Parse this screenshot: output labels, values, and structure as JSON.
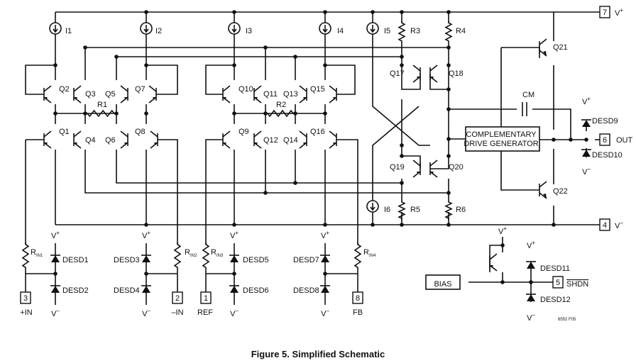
{
  "figure": {
    "caption": "Figure 5. Simplified Schematic",
    "code": "6552 F05",
    "left_stage": {
      "sources": [
        "I1",
        "I2",
        "I3",
        "I4"
      ],
      "transistors": [
        "Q1",
        "Q2",
        "Q3",
        "Q4",
        "Q5",
        "Q6",
        "Q7",
        "Q8",
        "Q9",
        "Q10",
        "Q11",
        "Q12",
        "Q13",
        "Q14",
        "Q15",
        "Q16"
      ],
      "resistors": [
        "R1",
        "R2"
      ]
    },
    "right_stage": {
      "sources": [
        "I5",
        "I6"
      ],
      "transistors": [
        "Q17",
        "Q18",
        "Q19",
        "Q20",
        "Q21",
        "Q22"
      ],
      "resistors": [
        "R3",
        "R4",
        "R5",
        "R6"
      ],
      "cm_label": "CM",
      "block_line1": "COMPLEMENTARY",
      "block_line2": "DRIVE GENERATOR"
    },
    "input_resistors": [
      {
        "main": "R",
        "sub": "IN1"
      },
      {
        "main": "R",
        "sub": "IN2"
      },
      {
        "main": "R",
        "sub": "IN3"
      },
      {
        "main": "R",
        "sub": "IN4"
      }
    ],
    "diodes": [
      "DESD1",
      "DESD2",
      "DESD3",
      "DESD4",
      "DESD5",
      "DESD6",
      "DESD7",
      "DESD8",
      "DESD9",
      "DESD10",
      "DESD11",
      "DESD12"
    ],
    "supply": {
      "vplus": "V",
      "vminus": "V",
      "plus_sup": "+",
      "minus_sup": "–"
    },
    "pins": [
      {
        "num": "3",
        "name": "+IN"
      },
      {
        "num": "2",
        "name": "–IN"
      },
      {
        "num": "1",
        "name": "REF"
      },
      {
        "num": "8",
        "name": "FB"
      },
      {
        "num": "7",
        "name": ""
      },
      {
        "num": "6",
        "name": "OUT"
      },
      {
        "num": "4",
        "name": ""
      },
      {
        "num": "5",
        "name": "SHDN"
      }
    ],
    "bias_label": "BIAS"
  }
}
